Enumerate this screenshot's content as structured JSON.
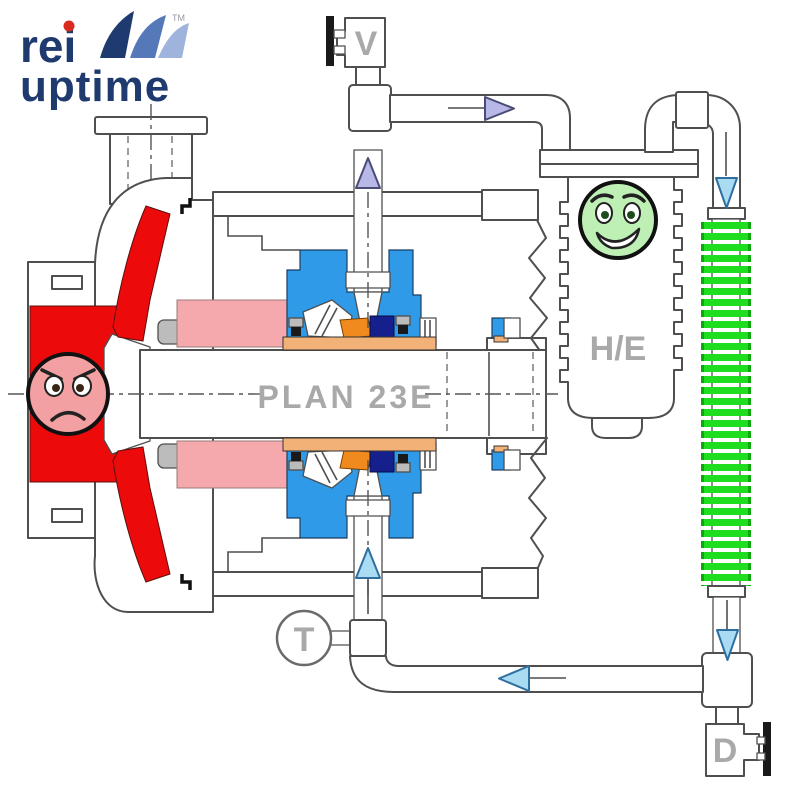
{
  "diagram": {
    "plan_label": "PLAN 23E",
    "heat_exchanger_label": "H/E",
    "vent_valve_label": "V",
    "temperature_indicator_label": "T",
    "drain_valve_label": "D",
    "logo": {
      "word1": "rei",
      "word2": "uptime",
      "tm": "TM"
    },
    "colors": {
      "hot_fluid": "#EC0A0A",
      "hot_face": "#F2A0A2",
      "seal_chamber_fluid": "#F5A9AD",
      "seal_gland": "#2E9AE8",
      "seal_parts_navy": "#16208C",
      "sleeve_orange": "#F2B177",
      "seal_face_orange": "#F08A1E",
      "cooler_fins": "#1FDD1F",
      "cooler_fins_dark": "#0CA80C",
      "cool_face": "#BEF0B6",
      "vapor_arrow": "#B8B8E8",
      "liquid_arrow": "#A9DCF2",
      "label_gray": "#A9A9A9",
      "logo_navy": "#1E3A6E",
      "sail_mid": "#5578B8",
      "sail_light": "#9FB4DC"
    }
  }
}
